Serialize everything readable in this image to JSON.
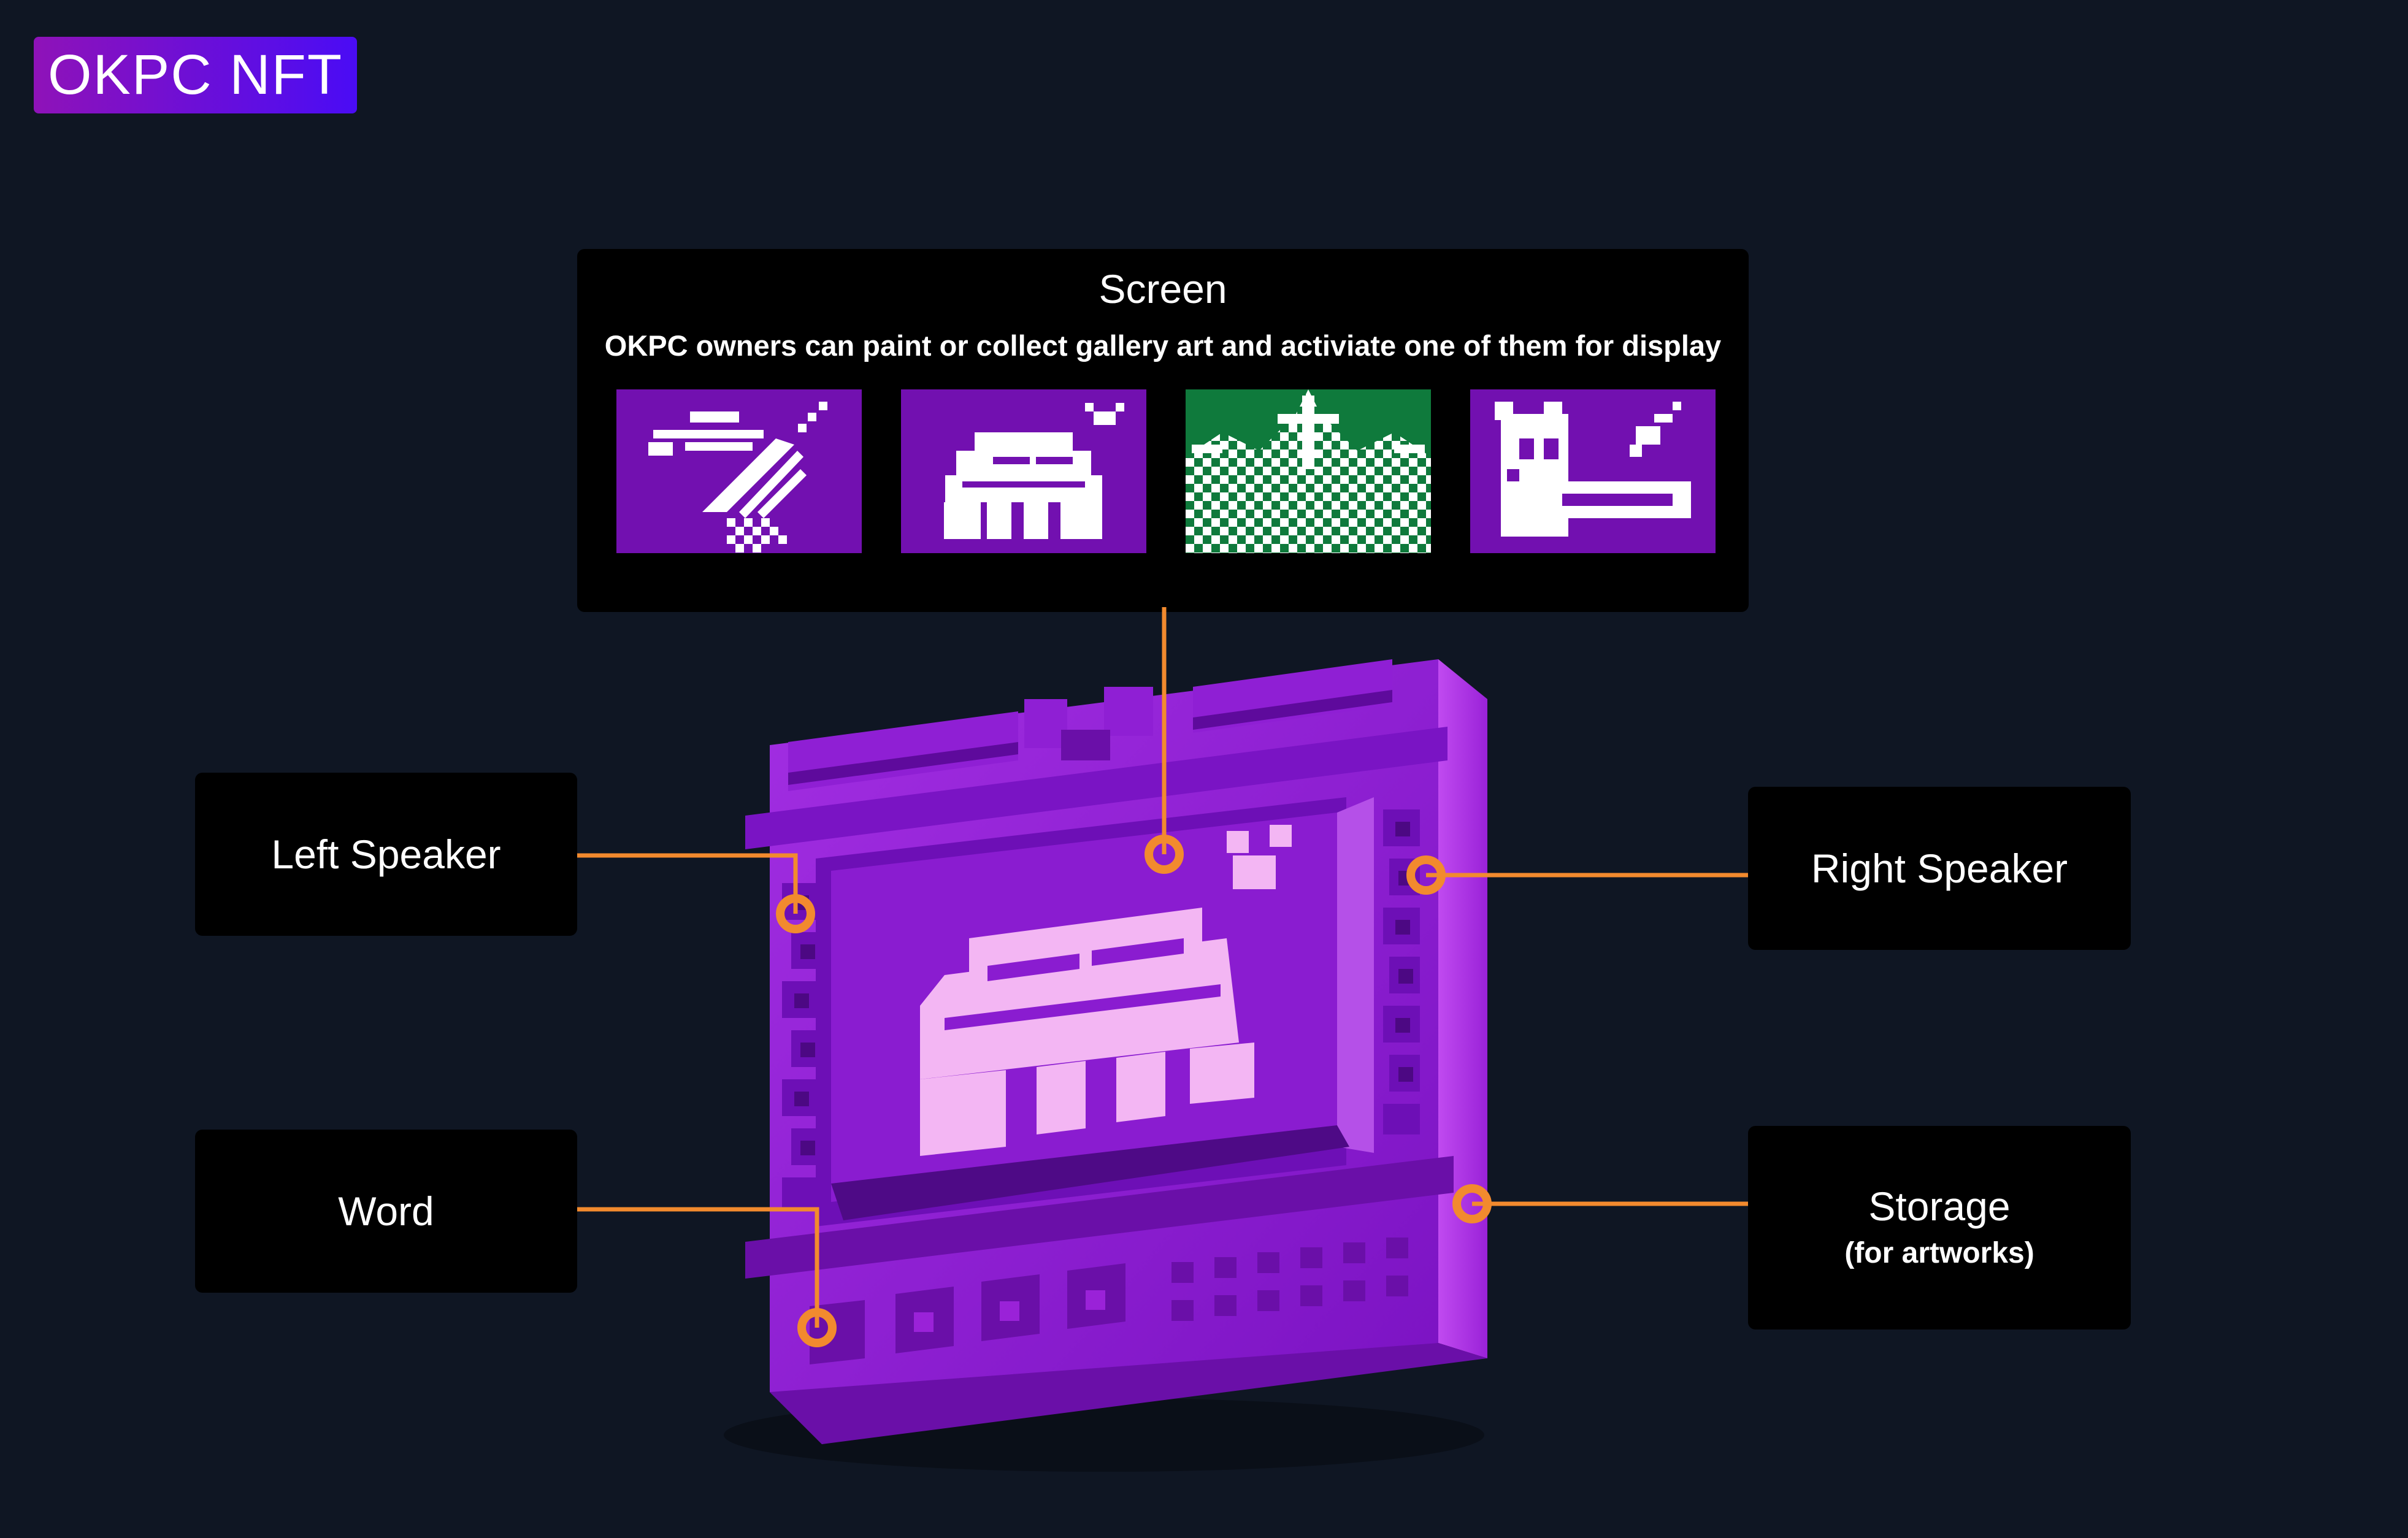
{
  "app": {
    "title": "OKPC NFT"
  },
  "screen": {
    "title": "Screen",
    "description": "OKPC owners can paint or collect gallery art and activiate one of them for display",
    "gallery": [
      {
        "icon": "paintbrush-art-icon",
        "bg": "#7210b0"
      },
      {
        "icon": "alien-creature-art-icon",
        "bg": "#7210b0"
      },
      {
        "icon": "green-checker-art-icon",
        "bg": "#0f7a3c"
      },
      {
        "icon": "monster-pencil-art-icon",
        "bg": "#7210b0"
      }
    ]
  },
  "labels": {
    "left_speaker": "Left Speaker",
    "right_speaker": "Right Speaker",
    "word": "Word",
    "storage": "Storage",
    "storage_sub": "(for artworks)"
  },
  "colors": {
    "background": "#0f1623",
    "connector": "#f28a2e",
    "device_main": "#9a22d8",
    "device_screen": "#7d12c8",
    "art_light": "#f3b6f3"
  }
}
